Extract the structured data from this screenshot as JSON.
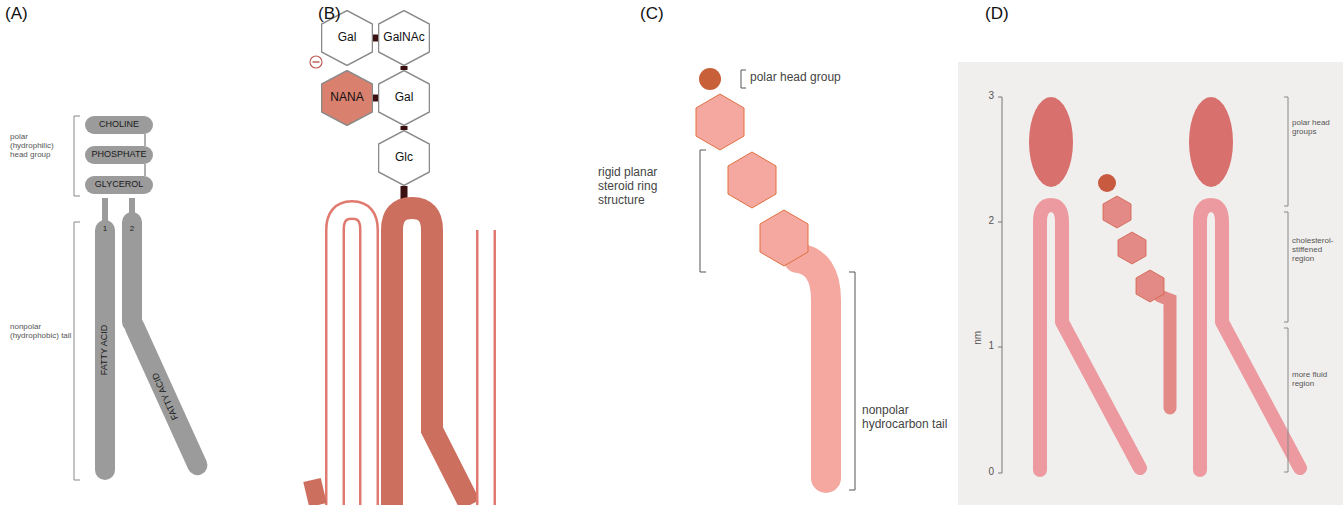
{
  "diagram": {
    "nodes": [
      {
        "text": [
          "CHOLINE"
        ]
      },
      {
        "text": [
          "PHOSPHATE"
        ]
      },
      {
        "text": [
          "GLYCEROL"
        ]
      },
      {
        "text": [
          "FATTY ACID"
        ]
      },
      {
        "text": [
          "FATTY ACID"
        ]
      },
      {
        "text": [
          "Gal"
        ]
      },
      {
        "text": [
          "GalNAc"
        ]
      },
      {
        "text": [
          "NANA"
        ]
      },
      {
        "text": [
          "Gal"
        ]
      },
      {
        "text": [
          "Glc"
        ]
      }
    ],
    "edges": [
      {
        "from": 0,
        "to": 1,
        "arrow": "none"
      },
      {
        "from": 1,
        "to": 2,
        "arrow": "none"
      },
      {
        "from": 5,
        "to": 6,
        "arrow": "none"
      },
      {
        "from": 6,
        "to": 8,
        "arrow": "none"
      },
      {
        "from": 7,
        "to": 8,
        "arrow": "none"
      },
      {
        "from": 8,
        "to": 9,
        "arrow": "none"
      }
    ],
    "labels": [
      "(A)",
      "(B)",
      "(C)",
      "(D)",
      "polar (hydrophilic) head group",
      "nonpolar (hydrophobic) tail",
      "1",
      "2",
      "polar head group",
      "rigid planar steroid ring structure",
      "nonpolar hydrocarbon tail",
      "3",
      "2",
      "1",
      "0",
      "nm",
      "polar head groups",
      "cholesterol-stiffened region",
      "more fluid region"
    ]
  }
}
